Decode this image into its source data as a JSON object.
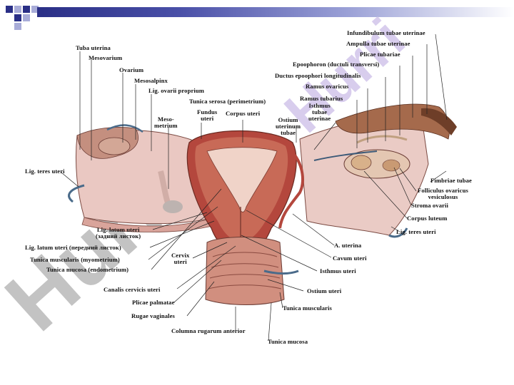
{
  "colors": {
    "banner_dark": "#2a2f86",
    "banner_light": "#ffffff",
    "square_dark": "#2a2f86",
    "square_light": "#a8acd8",
    "tissue_pink": "#e8b9b2",
    "muscle_red": "#b5453c",
    "watermark": "#b8b8b8",
    "watermark_violet": "#c9b8e6"
  },
  "watermark": {
    "text": "Hurri",
    "text_right": "Hurri"
  },
  "labels": {
    "tuba_uterina": "Tuba uterina",
    "mesovarium": "Mesovarium",
    "ovarium": "Ovarium",
    "mesosalpinx": "Mesosalpinx",
    "lig_ovarii_proprium": "Lig. ovarii proprium",
    "tunica_serosa": "Tunica serosa (perimetrium)",
    "fundus_uteri": "Fundus\nuteri",
    "corpus_uteri": "Corpus uteri",
    "mesometrium": "Meso-\nmetrium",
    "ostium_uterinum_tubae": "Ostium\nuterinum\ntubae",
    "isthmus_tubae_uterinae": "Isthmus\ntubae\nuterinae",
    "infundibulum": "Infundibulum tubae uterinae",
    "ampulla": "Ampulla tubae uterinae",
    "plicae_tubariae": "Plicae tubariae",
    "epoophoron": "Epoophoron (ductuli transversi)",
    "ductus_epoophori": "Ductus epoophori longitudinalis",
    "ramus_ovaricus": "Ramus ovaricus",
    "ramus_tubarius": "Ramus tubarius",
    "lig_teres_uteri_left": "Lig. teres uteri",
    "fimbriae_tubae": "Fimbriae tubae",
    "folliculus": "Folliculus ovaricus\nvesiculosus",
    "stroma_ovarii": "Stroma ovarii",
    "corpus_luteum": "Corpus luteum",
    "lig_teres_uteri_right": "Lig. teres uteri",
    "lig_latum_post": "Lig. latum uteri\n(задний листок)",
    "lig_latum_ant": "Lig. latum uteri (передний листок)",
    "tunica_muscularis_myo": "Tunica muscularis (myometrium)",
    "tunica_mucosa_endo": "Tunica mucosa (endometrium)",
    "cervix_uteri": "Cervix\nuteri",
    "a_uterina": "A. uterina",
    "cavum_uteri": "Cavum uteri",
    "isthmus_uteri": "Isthmus uteri",
    "canalis_cervicis": "Canalis cervicis uteri",
    "plicae_palmatae": "Plicae palmatae",
    "rugae_vaginales": "Rugae vaginales",
    "columna_rugarum": "Columna rugarum anterior",
    "ostium_uteri": "Ostium uteri",
    "tunica_muscularis": "Tunica muscularis",
    "tunica_mucosa": "Tunica mucosa"
  }
}
